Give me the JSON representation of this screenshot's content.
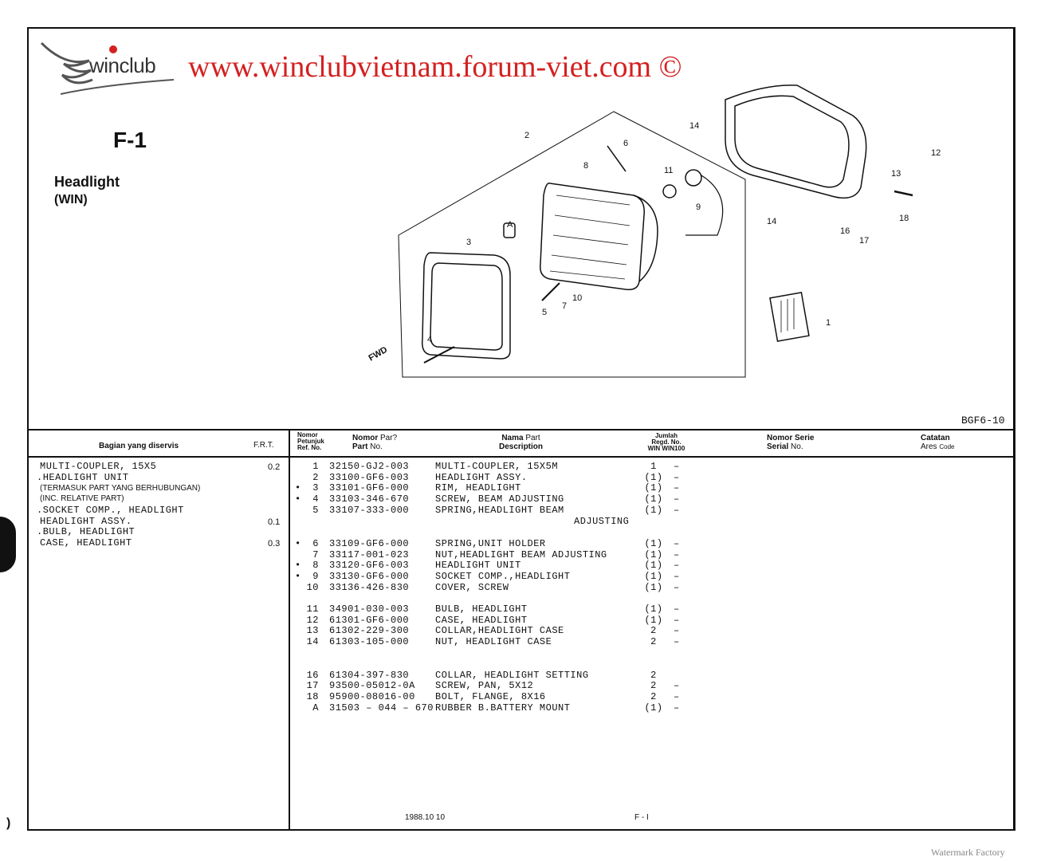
{
  "header": {
    "logo_text": "winclub",
    "site": "www.winclubvietnam.forum-viet.com ©",
    "figure": "F-1",
    "title": "Headlight",
    "subtitle": "(WIN)",
    "diagram_code": "BGF6-10"
  },
  "diagram_labels": [
    "1",
    "2",
    "3",
    "4",
    "5",
    "6",
    "7",
    "8",
    "9",
    "10",
    "11",
    "12",
    "13",
    "14",
    "14",
    "16",
    "17",
    "18",
    "A",
    "FWD"
  ],
  "columns": {
    "bagian": "Bagian yang diservis",
    "frt": "F.R.T.",
    "nomor_petunjuk": [
      "Nomor",
      "Petunjuk",
      "Ref. No."
    ],
    "nomor_part": [
      "Nomor",
      "Par?",
      "Part",
      "No."
    ],
    "nama_part": [
      "Nama",
      "Part",
      "Description"
    ],
    "jumlah": [
      "Jumlah",
      "Regd. No.",
      "WIN WIN100"
    ],
    "nomor_serie": [
      "Nomor Serie",
      "Serial",
      "No."
    ],
    "catatan": [
      "Catatan",
      "Ares",
      "Code"
    ]
  },
  "service_items": [
    {
      "text": "MULTI-COUPLER, 15X5",
      "frt": "0.2"
    },
    {
      "text": ".HEADLIGHT UNIT",
      "frt": ""
    },
    {
      "text": "(TERMASUK PART YANG BERHUBUNGAN)",
      "frt": ""
    },
    {
      "text": "(INC. RELATIVE PART)",
      "frt": ""
    },
    {
      "text": ".SOCKET COMP., HEADLIGHT",
      "frt": ""
    },
    {
      "text": "HEADLIGHT ASSY.",
      "frt": "0.1"
    },
    {
      "text": ".BULB, HEADLIGHT",
      "frt": ""
    },
    {
      "text": "CASE, HEADLIGHT",
      "frt": "0.3"
    }
  ],
  "parts": [
    {
      "mark": "",
      "ref": "1",
      "part": "32150-GJ2-003",
      "desc": "MULTI-COUPLER, 15X5M",
      "qty": "1",
      "dash": "–"
    },
    {
      "mark": "",
      "ref": "2",
      "part": "33100-GF6-003",
      "desc": "HEADLIGHT ASSY.",
      "qty": "(1)",
      "dash": "–"
    },
    {
      "mark": "•",
      "ref": "3",
      "part": "33101-GF6-000",
      "desc": "RIM, HEADLIGHT",
      "qty": "(1)",
      "dash": "–"
    },
    {
      "mark": "•",
      "ref": "4",
      "part": "33103-346-670",
      "desc": "SCREW, BEAM ADJUSTING",
      "qty": "(1)",
      "dash": "–"
    },
    {
      "mark": "",
      "ref": "5",
      "part": "33107-333-000",
      "desc": "SPRING,HEADLIGHT BEAM",
      "qty": "(1)",
      "dash": "–"
    },
    {
      "mark": "",
      "ref": "",
      "part": "",
      "desc": "ADJUSTING",
      "qty": "",
      "dash": ""
    },
    {
      "mark": "•",
      "ref": "6",
      "part": "33109-GF6-000",
      "desc": "SPRING,UNIT HOLDER",
      "qty": "(1)",
      "dash": "–"
    },
    {
      "mark": "",
      "ref": "7",
      "part": "33117-001-023",
      "desc": "NUT,HEADLIGHT BEAM ADJUSTING",
      "qty": "(1)",
      "dash": "–"
    },
    {
      "mark": "•",
      "ref": "8",
      "part": "33120-GF6-003",
      "desc": "HEADLIGHT UNIT",
      "qty": "(1)",
      "dash": "–"
    },
    {
      "mark": "•",
      "ref": "9",
      "part": "33130-GF6-000",
      "desc": "SOCKET COMP.,HEADLIGHT",
      "qty": "(1)",
      "dash": "–"
    },
    {
      "mark": "",
      "ref": "10",
      "part": "33136-426-830",
      "desc": "COVER, SCREW",
      "qty": "(1)",
      "dash": "–"
    },
    {
      "mark": "",
      "ref": "11",
      "part": "34901-030-003",
      "desc": "BULB, HEADLIGHT",
      "qty": "(1)",
      "dash": "–"
    },
    {
      "mark": "",
      "ref": "12",
      "part": "61301-GF6-000",
      "desc": "CASE, HEADLIGHT",
      "qty": "(1)",
      "dash": "–"
    },
    {
      "mark": "",
      "ref": "13",
      "part": "61302-229-300",
      "desc": "COLLAR,HEADLIGHT CASE",
      "qty": "2",
      "dash": "–"
    },
    {
      "mark": "",
      "ref": "14",
      "part": "61303-105-000",
      "desc": "NUT, HEADLIGHT CASE",
      "qty": "2",
      "dash": "–"
    },
    {
      "mark": "",
      "ref": "16",
      "part": "61304-397-830",
      "desc": "COLLAR, HEADLIGHT SETTING",
      "qty": "2",
      "dash": ""
    },
    {
      "mark": "",
      "ref": "17",
      "part": "93500-05012-0A",
      "desc": "SCREW, PAN, 5X12",
      "qty": "2",
      "dash": "–"
    },
    {
      "mark": "",
      "ref": "18",
      "part": "95900-08016-00",
      "desc": "BOLT, FLANGE, 8X16",
      "qty": "2",
      "dash": "–"
    },
    {
      "mark": "",
      "ref": "A",
      "part": "31503 – 044 – 670",
      "desc": "RUBBER B.BATTERY MOUNT",
      "qty": "(1)",
      "dash": "–"
    }
  ],
  "footer": {
    "date": "1988.10  10",
    "page": "F - I"
  },
  "watermark": "Watermark Factory",
  "colors": {
    "site_text": "#d42020",
    "logo_dot": "#d42020"
  }
}
